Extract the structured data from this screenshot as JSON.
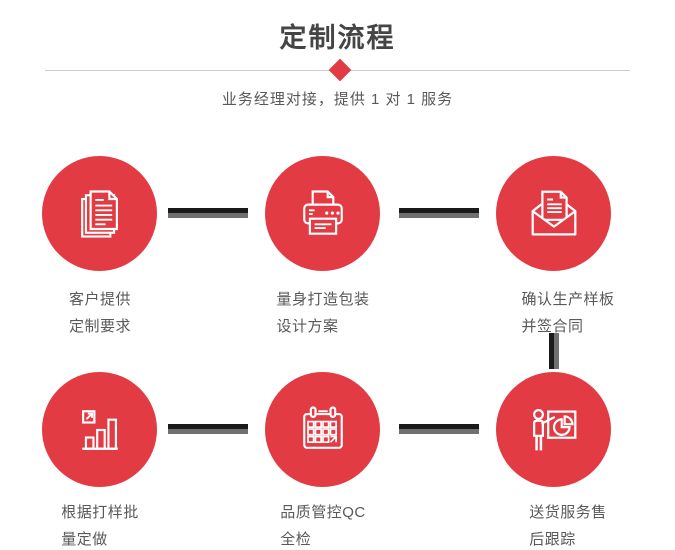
{
  "header": {
    "title": "定制流程",
    "subtitle": "业务经理对接，提供 1 对 1 服务"
  },
  "colors": {
    "accent_red": "#e23b43",
    "divider_line": "#cccccc",
    "connector_dark": "#1a1a1a",
    "connector_gray": "#707070",
    "title_text": "#454545",
    "label_text": "#595959",
    "background": "#ffffff",
    "icon_stroke": "#ffffff"
  },
  "steps": [
    {
      "icon": "documents-icon",
      "label_line1": "客户提供",
      "label_line2": "定制要求"
    },
    {
      "icon": "printer-icon",
      "label_line1": "量身打造包装",
      "label_line2": "设计方案"
    },
    {
      "icon": "envelope-icon",
      "label_line1": "确认生产样板",
      "label_line2": "并签合同"
    },
    {
      "icon": "bar-chart-icon",
      "label_line1": "根据打样批",
      "label_line2": "量定做"
    },
    {
      "icon": "calendar-icon",
      "label_line1": "品质管控QC",
      "label_line2": "全检"
    },
    {
      "icon": "presentation-icon",
      "label_line1": "送货服务售",
      "label_line2": "后跟踪"
    }
  ]
}
